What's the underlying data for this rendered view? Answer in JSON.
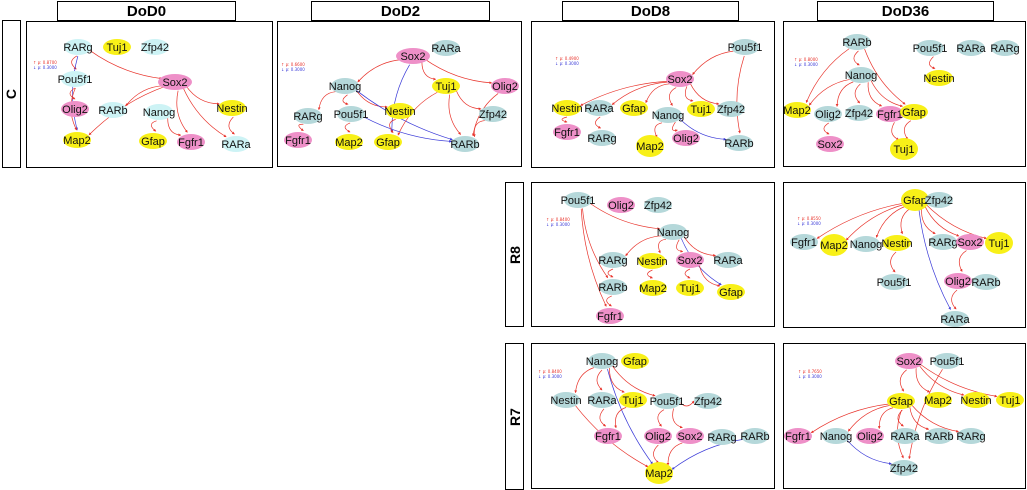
{
  "columns": [
    "DoD0",
    "DoD2",
    "DoD8",
    "DoD36"
  ],
  "rows": [
    "C",
    "R8",
    "R7"
  ],
  "colors": {
    "teal": "#b5d8da",
    "pink": "#ee90c8",
    "yellow": "#f8f018",
    "lightcyan": "#cdf3f5",
    "red_edge": "#e8342c",
    "blue_edge": "#3b3bd8"
  },
  "panels": [
    {
      "id": "C-DoD0",
      "legend": [
        "↑ p: 0.8700",
        "↓ p: 0.3000"
      ],
      "nodes": [
        {
          "id": "RARg",
          "label": "RARg",
          "c": "lightcyan"
        },
        {
          "id": "Tuj1",
          "label": "Tuj1",
          "c": "yellow"
        },
        {
          "id": "Zfp42",
          "label": "Zfp42",
          "c": "lightcyan"
        },
        {
          "id": "Pou5f1",
          "label": "Pou5f1",
          "c": "lightcyan"
        },
        {
          "id": "Sox2",
          "label": "Sox2",
          "c": "pink"
        },
        {
          "id": "Olig2",
          "label": "Olig2",
          "c": "pink"
        },
        {
          "id": "RARb",
          "label": "RARb",
          "c": "lightcyan"
        },
        {
          "id": "Nanog",
          "label": "Nanog",
          "c": "lightcyan"
        },
        {
          "id": "Nestin",
          "label": "Nestin",
          "c": "yellow"
        },
        {
          "id": "Map2",
          "label": "Map2",
          "c": "yellow"
        },
        {
          "id": "Gfap",
          "label": "Gfap",
          "c": "yellow"
        },
        {
          "id": "Fgfr1",
          "label": "Fgfr1",
          "c": "pink"
        },
        {
          "id": "RARa",
          "label": "RARa",
          "c": "lightcyan"
        }
      ],
      "edges": [
        [
          "RARg",
          "Sox2",
          "r"
        ],
        [
          "RARg",
          "Pou5f1",
          "r"
        ],
        [
          "RARg",
          "Map2",
          "b"
        ],
        [
          "Pou5f1",
          "Olig2",
          "r"
        ],
        [
          "Sox2",
          "RARb",
          "r"
        ],
        [
          "Sox2",
          "Nestin",
          "r"
        ],
        [
          "Sox2",
          "Fgfr1",
          "r"
        ],
        [
          "Sox2",
          "Map2",
          "r"
        ],
        [
          "Sox2",
          "RARa",
          "r"
        ],
        [
          "Nanog",
          "Fgfr1",
          "r"
        ],
        [
          "Nanog",
          "Gfap",
          "r"
        ],
        [
          "Nestin",
          "RARa",
          "r"
        ],
        [
          "Pou5f1",
          "Map2",
          "r"
        ]
      ]
    },
    {
      "id": "C-DoD2",
      "legend": [
        "↑ p: 0.6600",
        "↓ p: 0.3000"
      ],
      "nodes": [
        {
          "id": "Sox2",
          "label": "Sox2",
          "c": "pink"
        },
        {
          "id": "RARa",
          "label": "RARa",
          "c": "teal"
        },
        {
          "id": "Nanog",
          "label": "Nanog",
          "c": "teal"
        },
        {
          "id": "Tuj1",
          "label": "Tuj1",
          "c": "yellow"
        },
        {
          "id": "Olig2",
          "label": "Olig2",
          "c": "pink"
        },
        {
          "id": "RARg",
          "label": "RARg",
          "c": "teal"
        },
        {
          "id": "Pou5f1",
          "label": "Pou5f1",
          "c": "teal"
        },
        {
          "id": "Nestin",
          "label": "Nestin",
          "c": "yellow"
        },
        {
          "id": "Zfp42",
          "label": "Zfp42",
          "c": "teal"
        },
        {
          "id": "Fgfr1",
          "label": "Fgfr1",
          "c": "pink"
        },
        {
          "id": "Map2",
          "label": "Map2",
          "c": "yellow"
        },
        {
          "id": "Gfap",
          "label": "Gfap",
          "c": "yellow"
        },
        {
          "id": "RARb",
          "label": "RARb",
          "c": "teal"
        }
      ],
      "edges": [
        [
          "Sox2",
          "Nanog",
          "r"
        ],
        [
          "Sox2",
          "Tuj1",
          "r"
        ],
        [
          "Sox2",
          "Olig2",
          "r"
        ],
        [
          "Sox2",
          "Gfap",
          "b"
        ],
        [
          "Nanog",
          "RARg",
          "r"
        ],
        [
          "Nanog",
          "Pou5f1",
          "r"
        ],
        [
          "Nanog",
          "Nestin",
          "r"
        ],
        [
          "Nanog",
          "RARb",
          "b"
        ],
        [
          "Tuj1",
          "Zfp42",
          "r"
        ],
        [
          "Tuj1",
          "Gfap",
          "r"
        ],
        [
          "Olig2",
          "RARb",
          "r"
        ],
        [
          "RARg",
          "Fgfr1",
          "r"
        ],
        [
          "Pou5f1",
          "Map2",
          "r"
        ],
        [
          "Pou5f1",
          "RARb",
          "b"
        ],
        [
          "Zfp42",
          "RARb",
          "r"
        ],
        [
          "Nestin",
          "Gfap",
          "r"
        ],
        [
          "Tuj1",
          "RARb",
          "r"
        ]
      ]
    },
    {
      "id": "C-DoD8",
      "legend": [
        "↑ p: 0.4900",
        "↓ p: 0.3000"
      ],
      "nodes": [
        {
          "id": "Pou5f1",
          "label": "Pou5f1",
          "c": "teal"
        },
        {
          "id": "Sox2",
          "label": "Sox2",
          "c": "pink"
        },
        {
          "id": "Nestin",
          "label": "Nestin",
          "c": "yellow"
        },
        {
          "id": "RARa",
          "label": "RARa",
          "c": "teal"
        },
        {
          "id": "Gfap",
          "label": "Gfap",
          "c": "yellow"
        },
        {
          "id": "Nanog",
          "label": "Nanog",
          "c": "teal"
        },
        {
          "id": "Tuj1",
          "label": "Tuj1",
          "c": "yellow"
        },
        {
          "id": "Zfp42",
          "label": "Zfp42",
          "c": "teal"
        },
        {
          "id": "Fgfr1",
          "label": "Fgfr1",
          "c": "pink"
        },
        {
          "id": "RARg",
          "label": "RARg",
          "c": "teal"
        },
        {
          "id": "Map2",
          "label": "Map2",
          "c": "yellow"
        },
        {
          "id": "Olig2",
          "label": "Olig2",
          "c": "pink"
        },
        {
          "id": "RARb",
          "label": "RARb",
          "c": "teal"
        }
      ],
      "edges": [
        [
          "Pou5f1",
          "Sox2",
          "r"
        ],
        [
          "Pou5f1",
          "RARb",
          "r"
        ],
        [
          "Sox2",
          "Nestin",
          "r"
        ],
        [
          "Sox2",
          "RARa",
          "r"
        ],
        [
          "Sox2",
          "Gfap",
          "r"
        ],
        [
          "Sox2",
          "Nanog",
          "r"
        ],
        [
          "Sox2",
          "Tuj1",
          "r"
        ],
        [
          "Sox2",
          "Zfp42",
          "r"
        ],
        [
          "Nestin",
          "Fgfr1",
          "r"
        ],
        [
          "RARa",
          "RARg",
          "r"
        ],
        [
          "Nanog",
          "Map2",
          "r"
        ],
        [
          "Nanog",
          "Olig2",
          "r"
        ],
        [
          "Nanog",
          "RARb",
          "b"
        ]
      ]
    },
    {
      "id": "C-DoD36",
      "legend": [
        "↑ p: 0.8000",
        "↓ p: 0.3000"
      ],
      "nodes": [
        {
          "id": "RARb",
          "label": "RARb",
          "c": "teal"
        },
        {
          "id": "Pou5f1",
          "label": "Pou5f1",
          "c": "teal"
        },
        {
          "id": "RARa",
          "label": "RARa",
          "c": "teal"
        },
        {
          "id": "RARg",
          "label": "RARg",
          "c": "teal"
        },
        {
          "id": "Nanog",
          "label": "Nanog",
          "c": "teal"
        },
        {
          "id": "Nestin",
          "label": "Nestin",
          "c": "yellow"
        },
        {
          "id": "Map2",
          "label": "Map2",
          "c": "yellow"
        },
        {
          "id": "Olig2",
          "label": "Olig2",
          "c": "teal"
        },
        {
          "id": "Zfp42",
          "label": "Zfp42",
          "c": "teal"
        },
        {
          "id": "Fgfr1",
          "label": "Fgfr1",
          "c": "pink"
        },
        {
          "id": "Gfap",
          "label": "Gfap",
          "c": "yellow"
        },
        {
          "id": "Sox2",
          "label": "Sox2",
          "c": "pink"
        },
        {
          "id": "Tuj1",
          "label": "Tuj1",
          "c": "yellow"
        }
      ],
      "edges": [
        [
          "RARb",
          "Nanog",
          "r"
        ],
        [
          "RARb",
          "Map2",
          "r"
        ],
        [
          "RARb",
          "Gfap",
          "r"
        ],
        [
          "Pou5f1",
          "Nestin",
          "r"
        ],
        [
          "Nanog",
          "Map2",
          "r"
        ],
        [
          "Nanog",
          "Olig2",
          "r"
        ],
        [
          "Nanog",
          "Zfp42",
          "r"
        ],
        [
          "Nanog",
          "Fgfr1",
          "r"
        ],
        [
          "Nanog",
          "Gfap",
          "r"
        ],
        [
          "Olig2",
          "Sox2",
          "r"
        ],
        [
          "Fgfr1",
          "Tuj1",
          "r"
        ],
        [
          "Gfap",
          "Tuj1",
          "r"
        ]
      ]
    },
    {
      "id": "R8-DoD8",
      "legend": [
        "↑ p: 0.8400",
        "↓ p: 0.3000"
      ],
      "nodes": [
        {
          "id": "Pou5f1",
          "label": "Pou5f1",
          "c": "teal"
        },
        {
          "id": "Olig2",
          "label": "Olig2",
          "c": "pink"
        },
        {
          "id": "Zfp42",
          "label": "Zfp42",
          "c": "teal"
        },
        {
          "id": "Nanog",
          "label": "Nanog",
          "c": "teal"
        },
        {
          "id": "RARg",
          "label": "RARg",
          "c": "teal"
        },
        {
          "id": "Nestin",
          "label": "Nestin",
          "c": "yellow"
        },
        {
          "id": "Sox2",
          "label": "Sox2",
          "c": "pink"
        },
        {
          "id": "RARa",
          "label": "RARa",
          "c": "teal"
        },
        {
          "id": "RARb",
          "label": "RARb",
          "c": "teal"
        },
        {
          "id": "Map2",
          "label": "Map2",
          "c": "yellow"
        },
        {
          "id": "Tuj1",
          "label": "Tuj1",
          "c": "yellow"
        },
        {
          "id": "Gfap",
          "label": "Gfap",
          "c": "yellow"
        },
        {
          "id": "Fgfr1",
          "label": "Fgfr1",
          "c": "pink"
        }
      ],
      "edges": [
        [
          "Pou5f1",
          "Nanog",
          "r"
        ],
        [
          "Pou5f1",
          "Fgfr1",
          "r"
        ],
        [
          "Pou5f1",
          "RARb",
          "r"
        ],
        [
          "Nanog",
          "RARg",
          "r"
        ],
        [
          "Nanog",
          "Nestin",
          "r"
        ],
        [
          "Nanog",
          "Sox2",
          "r"
        ],
        [
          "Nanog",
          "RARa",
          "r"
        ],
        [
          "Nanog",
          "Gfap",
          "b"
        ],
        [
          "RARg",
          "RARb",
          "r"
        ],
        [
          "Nestin",
          "Map2",
          "r"
        ],
        [
          "Sox2",
          "Tuj1",
          "r"
        ],
        [
          "Sox2",
          "Gfap",
          "r"
        ],
        [
          "RARb",
          "Fgfr1",
          "r"
        ]
      ]
    },
    {
      "id": "R8-DoD36",
      "legend": [
        "↑ p: 0.8550",
        "↓ p: 0.3000"
      ],
      "nodes": [
        {
          "id": "Gfap",
          "label": "Gfap",
          "c": "yellow"
        },
        {
          "id": "Zfp42",
          "label": "Zfp42",
          "c": "teal"
        },
        {
          "id": "Fgfr1",
          "label": "Fgfr1",
          "c": "teal"
        },
        {
          "id": "Map2",
          "label": "Map2",
          "c": "yellow"
        },
        {
          "id": "Nanog",
          "label": "Nanog",
          "c": "teal"
        },
        {
          "id": "Nestin",
          "label": "Nestin",
          "c": "yellow"
        },
        {
          "id": "RARg",
          "label": "RARg",
          "c": "teal"
        },
        {
          "id": "Sox2",
          "label": "Sox2",
          "c": "pink"
        },
        {
          "id": "Tuj1",
          "label": "Tuj1",
          "c": "yellow"
        },
        {
          "id": "Pou5f1",
          "label": "Pou5f1",
          "c": "teal"
        },
        {
          "id": "Olig2",
          "label": "Olig2",
          "c": "pink"
        },
        {
          "id": "RARb",
          "label": "RARb",
          "c": "teal"
        },
        {
          "id": "RARa",
          "label": "RARa",
          "c": "teal"
        }
      ],
      "edges": [
        [
          "Gfap",
          "Fgfr1",
          "r"
        ],
        [
          "Gfap",
          "Map2",
          "r"
        ],
        [
          "Gfap",
          "Nanog",
          "r"
        ],
        [
          "Gfap",
          "Nestin",
          "r"
        ],
        [
          "Gfap",
          "RARg",
          "r"
        ],
        [
          "Gfap",
          "Sox2",
          "r"
        ],
        [
          "Gfap",
          "Tuj1",
          "r"
        ],
        [
          "Gfap",
          "RARa",
          "b"
        ],
        [
          "Nestin",
          "Pou5f1",
          "r"
        ],
        [
          "Sox2",
          "Olig2",
          "r"
        ],
        [
          "Olig2",
          "RARa",
          "r"
        ]
      ]
    },
    {
      "id": "R7-DoD8",
      "legend": [
        "↑ p: 0.8400",
        "↓ p: 0.3000"
      ],
      "nodes": [
        {
          "id": "Nanog",
          "label": "Nanog",
          "c": "teal"
        },
        {
          "id": "Gfap",
          "label": "Gfap",
          "c": "yellow"
        },
        {
          "id": "Nestin",
          "label": "Nestin",
          "c": "teal"
        },
        {
          "id": "RARa",
          "label": "RARa",
          "c": "teal"
        },
        {
          "id": "Tuj1",
          "label": "Tuj1",
          "c": "yellow"
        },
        {
          "id": "Pou5f1",
          "label": "Pou5f1",
          "c": "teal"
        },
        {
          "id": "Zfp42",
          "label": "Zfp42",
          "c": "teal"
        },
        {
          "id": "Fgfr1",
          "label": "Fgfr1",
          "c": "pink"
        },
        {
          "id": "Olig2",
          "label": "Olig2",
          "c": "pink"
        },
        {
          "id": "Sox2",
          "label": "Sox2",
          "c": "pink"
        },
        {
          "id": "RARg",
          "label": "RARg",
          "c": "teal"
        },
        {
          "id": "RARb",
          "label": "RARb",
          "c": "teal"
        },
        {
          "id": "Map2",
          "label": "Map2",
          "c": "yellow"
        }
      ],
      "edges": [
        [
          "Nanog",
          "Nestin",
          "r"
        ],
        [
          "Nanog",
          "RARa",
          "r"
        ],
        [
          "Nanog",
          "Tuj1",
          "r"
        ],
        [
          "Nanog",
          "Pou5f1",
          "r"
        ],
        [
          "Nanog",
          "Map2",
          "b"
        ],
        [
          "Tuj1",
          "Fgfr1",
          "r"
        ],
        [
          "RARa",
          "Fgfr1",
          "r"
        ],
        [
          "Pou5f1",
          "Olig2",
          "r"
        ],
        [
          "Pou5f1",
          "Sox2",
          "r"
        ],
        [
          "Pou5f1",
          "Zfp42",
          "r"
        ],
        [
          "Olig2",
          "Map2",
          "r"
        ],
        [
          "Sox2",
          "Map2",
          "r"
        ],
        [
          "RARb",
          "Map2",
          "b"
        ],
        [
          "Nestin",
          "Map2",
          "r"
        ]
      ]
    },
    {
      "id": "R7-DoD36",
      "legend": [
        "↑ p: 0.7650",
        "↓ p: 0.3000"
      ],
      "nodes": [
        {
          "id": "Sox2",
          "label": "Sox2",
          "c": "pink"
        },
        {
          "id": "Pou5f1",
          "label": "Pou5f1",
          "c": "teal"
        },
        {
          "id": "Gfap",
          "label": "Gfap",
          "c": "yellow"
        },
        {
          "id": "Map2",
          "label": "Map2",
          "c": "yellow"
        },
        {
          "id": "Nestin",
          "label": "Nestin",
          "c": "yellow"
        },
        {
          "id": "Tuj1",
          "label": "Tuj1",
          "c": "yellow"
        },
        {
          "id": "Fgfr1",
          "label": "Fgfr1",
          "c": "pink"
        },
        {
          "id": "Nanog",
          "label": "Nanog",
          "c": "teal"
        },
        {
          "id": "Olig2",
          "label": "Olig2",
          "c": "pink"
        },
        {
          "id": "RARa",
          "label": "RARa",
          "c": "teal"
        },
        {
          "id": "RARb",
          "label": "RARb",
          "c": "teal"
        },
        {
          "id": "RARg",
          "label": "RARg",
          "c": "teal"
        },
        {
          "id": "Zfp42",
          "label": "Zfp42",
          "c": "teal"
        }
      ],
      "edges": [
        [
          "Sox2",
          "Gfap",
          "r"
        ],
        [
          "Sox2",
          "Map2",
          "r"
        ],
        [
          "Sox2",
          "Nestin",
          "r"
        ],
        [
          "Sox2",
          "Tuj1",
          "r"
        ],
        [
          "Gfap",
          "Fgfr1",
          "r"
        ],
        [
          "Gfap",
          "Nanog",
          "r"
        ],
        [
          "Gfap",
          "Olig2",
          "r"
        ],
        [
          "Gfap",
          "RARa",
          "r"
        ],
        [
          "Gfap",
          "RARb",
          "r"
        ],
        [
          "Gfap",
          "RARg",
          "r"
        ],
        [
          "Gfap",
          "Zfp42",
          "r"
        ],
        [
          "Nanog",
          "Zfp42",
          "b"
        ],
        [
          "Pou5f1",
          "Zfp42",
          "r"
        ]
      ]
    }
  ]
}
